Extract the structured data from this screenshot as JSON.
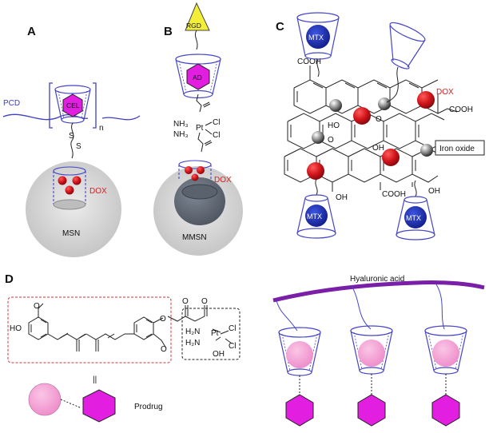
{
  "panels": {
    "a": {
      "letter": "A",
      "pcd_label": "PCD",
      "cel_label": "CEL",
      "n_label": "n",
      "s1": "S",
      "s2": "S",
      "dox_label": "DOX",
      "msn_label": "MSN"
    },
    "b": {
      "letter": "B",
      "rgd_label": "RGD",
      "ad_label": "AD",
      "nh3_1": "NH₃",
      "nh3_2": "NH₃",
      "pt_label": "Pt",
      "cl_1": "Cl",
      "cl_2": "Cl",
      "dox_label": "DOX",
      "mmsn_label": "MMSN"
    },
    "c": {
      "letter": "C",
      "mtx_labels": [
        "MTX",
        "MTX",
        "MTX"
      ],
      "cooh_labels": [
        "COOH",
        "COOH",
        "COOH"
      ],
      "oh_labels": [
        "HO",
        "OH",
        "OH",
        "OH"
      ],
      "dox_label": "DOX",
      "iron_oxide_label": "Iron oxide"
    },
    "d": {
      "letter": "D",
      "methoxy": "O",
      "ho_label": "HO",
      "o_label": "O",
      "equals_label": "||",
      "prodrug_label": "Prodrug",
      "hyaluronic_label": "Hyaluronic acid",
      "h2n_1": "H₂N",
      "h2n_2": "H₂N",
      "pt_label": "Pt",
      "cl_1": "Cl",
      "cl_2": "Cl",
      "oh_label": "OH"
    }
  },
  "colors": {
    "magenta": "#e21fe0",
    "pink": "#f5a3d6",
    "sphere_grey": "#d4d4d4",
    "cup_blue": "#5a5ad8",
    "hyaluronic_purple": "#7a1fa8",
    "mtx_blue": "#1a2fb0",
    "dox_red": "#c8161b",
    "rgd_yellow": "#f3ee3a"
  }
}
